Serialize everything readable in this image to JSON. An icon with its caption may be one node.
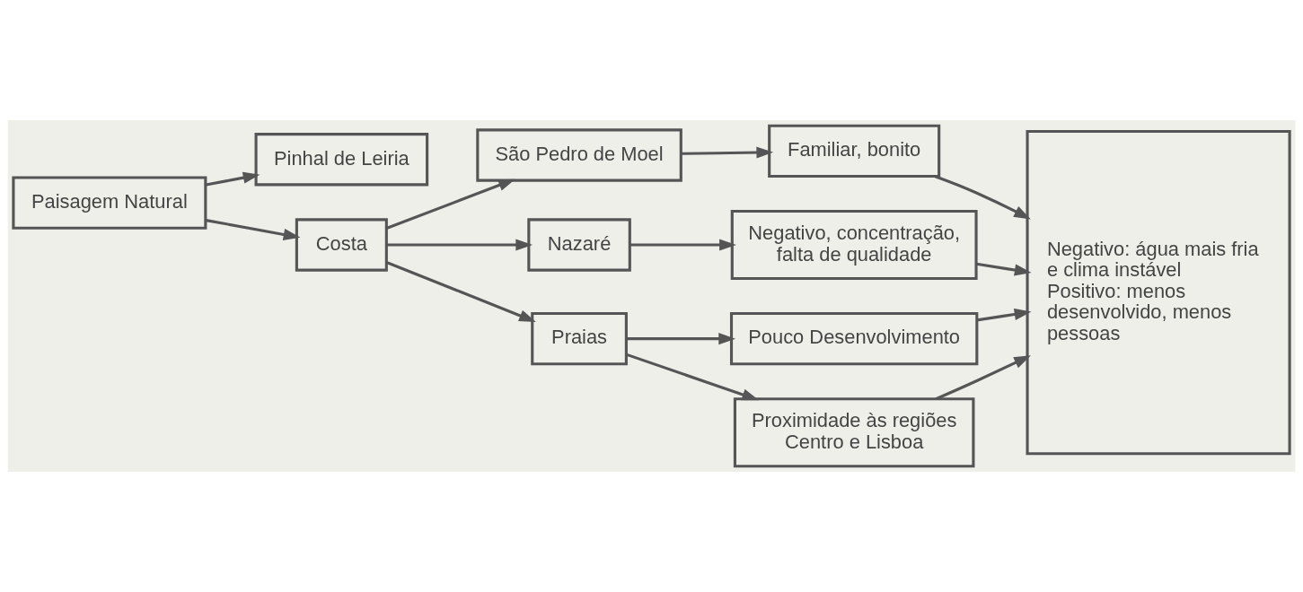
{
  "diagram": {
    "nodes": [
      {
        "text": [
          "Paisagem Natural"
        ]
      },
      {
        "text": [
          "Pinhal de Leiria"
        ]
      },
      {
        "text": [
          "Costa"
        ]
      },
      {
        "text": [
          "São Pedro de Moel"
        ]
      },
      {
        "text": [
          "Nazaré"
        ]
      },
      {
        "text": [
          "Praias"
        ]
      },
      {
        "text": [
          "Familiar, bonito"
        ]
      },
      {
        "text": [
          "Negativo, concentração, falta de qualidade"
        ]
      },
      {
        "text": [
          "Pouco Desenvolvimento"
        ]
      },
      {
        "text": [
          "Proximidade às regiões Centro e Lisboa"
        ]
      },
      {
        "text": [
          "Negativo: água mais fria e clima instável",
          "Positivo: menos desenvolvido, menos pessoas"
        ]
      }
    ],
    "edges": [
      {
        "from": 0,
        "to": 1,
        "arrow": "to"
      },
      {
        "from": 0,
        "to": 2,
        "arrow": "to"
      },
      {
        "from": 2,
        "to": 3,
        "arrow": "to"
      },
      {
        "from": 2,
        "to": 4,
        "arrow": "to"
      },
      {
        "from": 2,
        "to": 5,
        "arrow": "to"
      },
      {
        "from": 3,
        "to": 6,
        "arrow": "to"
      },
      {
        "from": 4,
        "to": 7,
        "arrow": "to"
      },
      {
        "from": 5,
        "to": 8,
        "arrow": "to"
      },
      {
        "from": 5,
        "to": 9,
        "arrow": "to"
      },
      {
        "from": 6,
        "to": 10,
        "arrow": "to"
      },
      {
        "from": 7,
        "to": 10,
        "arrow": "to"
      },
      {
        "from": 8,
        "to": 10,
        "arrow": "to"
      },
      {
        "from": 9,
        "to": 10,
        "arrow": "to"
      }
    ]
  }
}
